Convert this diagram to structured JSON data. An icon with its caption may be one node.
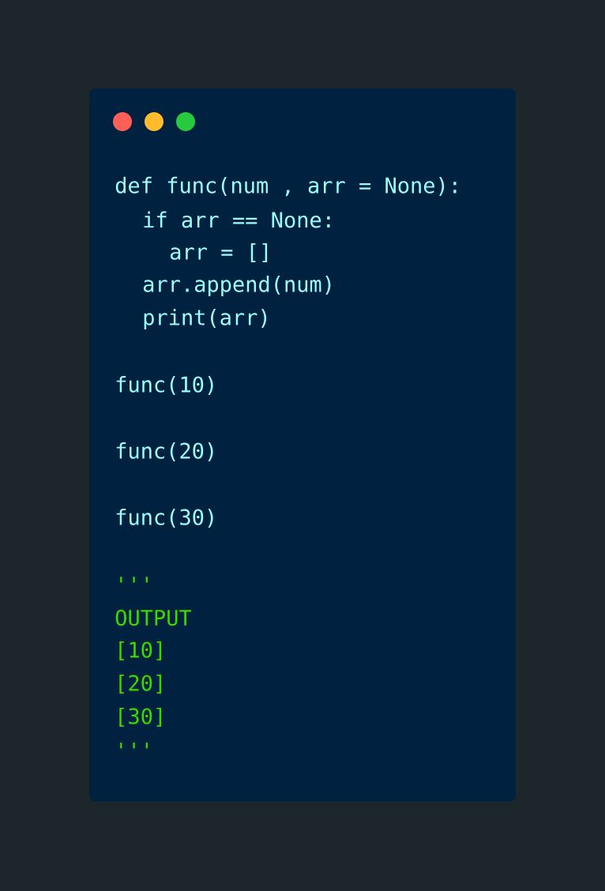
{
  "diagram": {
    "labels": [
      "def func(num , arr = None):",
      "if arr == None:",
      "arr = []",
      "arr.append(num)",
      "print(arr)",
      "func(10)",
      "func(20)",
      "func(30)",
      "'''",
      "OUTPUT",
      "[10]",
      "[20]",
      "[30]",
      "'''"
    ]
  }
}
